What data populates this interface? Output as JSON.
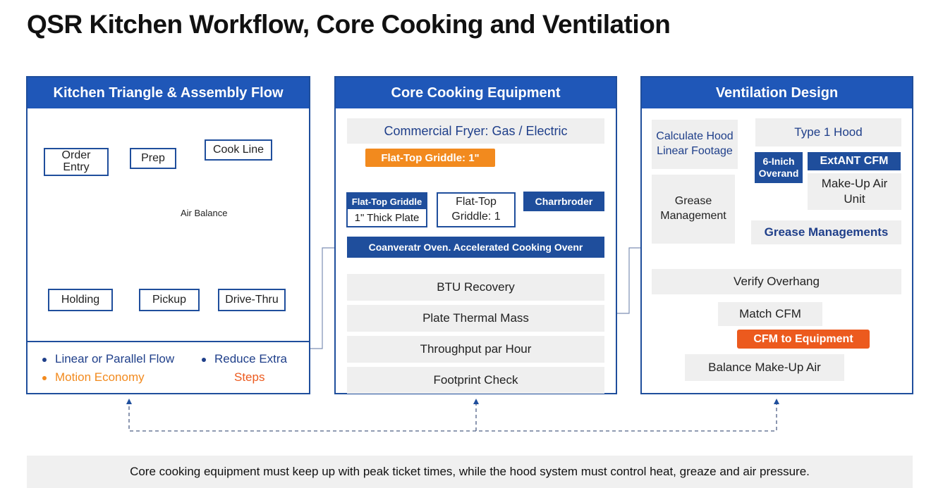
{
  "title": "QSR Kitchen Workflow, Core Cooking and Ventilation",
  "colors": {
    "primary_blue": "#1f57b8",
    "orange": "#f28a1e",
    "red_orange": "#ec5a1e"
  },
  "panel1": {
    "header": "Kitchen Triangle & Assembly Flow",
    "labels": {
      "order_entry": "Order\nEntry",
      "prep": "Prep",
      "cook_line": "Cook Line",
      "air_balance": "Air Balance",
      "holding": "Holding",
      "pickup": "Pickup",
      "drive_thru": "Drive-Thru"
    },
    "bullets": {
      "linear": "Linear or Parallel Flow",
      "reduce": "Reduce Extra",
      "motion": "Motion Economy",
      "steps": "Steps"
    }
  },
  "panel2": {
    "header": "Core Cooking Equipment",
    "fryer": "Commercial Fryer: Gas / Electric",
    "griddle_main": "Flat-Top Griddle: 1\"",
    "griddle_a_title": "Flat-Top Griddle",
    "griddle_a_sub": "1\" Thick Plate",
    "griddle_b": "Flat-Top\nGriddle: 1",
    "charbroiler": "Charrbroder",
    "oven": "Coanveratr Oven.  Accelerated Cooking Ovenr",
    "list": [
      "BTU Recovery",
      "Plate Thermal Mass",
      "Throughput par Hour",
      "Footprint Check"
    ]
  },
  "panel3": {
    "header": "Ventilation Design",
    "calc_hood": "Calculate Hood\nLinear Footage",
    "type1_hood": "Type 1 Hood",
    "overhang": "6-Inich\nOverand",
    "exhaust": "ExtANT CFM",
    "makeup_unit": "Make-Up Air\nUnit",
    "grease_left": "Grease\nManagement",
    "grease_right": "Grease Managements",
    "verify": "Verify Overhang",
    "match_cfm": "Match CFM",
    "cfm_equipment": "CFM to Equipment",
    "balance": "Balance Make-Up Air"
  },
  "footer_note": "Core cooking equipment must keep up with peak ticket times, while the hood system must control heat, greaze and air pressure."
}
